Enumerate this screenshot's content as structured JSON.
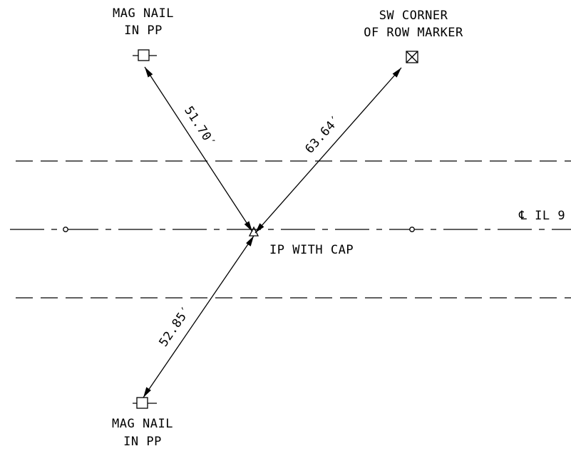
{
  "labels": {
    "top_left_line1": "MAG NAIL",
    "top_left_line2": "IN PP",
    "top_right_line1": "SW CORNER",
    "top_right_line2": "OF ROW MARKER",
    "center_label": "IP WITH CAP",
    "bottom_line1": "MAG NAIL",
    "bottom_line2": "IN PP",
    "centerline_label": "℄ IL 9"
  },
  "distances": {
    "top_left": "51.70′",
    "top_right": "63.64′",
    "bottom": "52.85′"
  },
  "colors": {
    "ink": "#000000",
    "paper": "#ffffff"
  }
}
